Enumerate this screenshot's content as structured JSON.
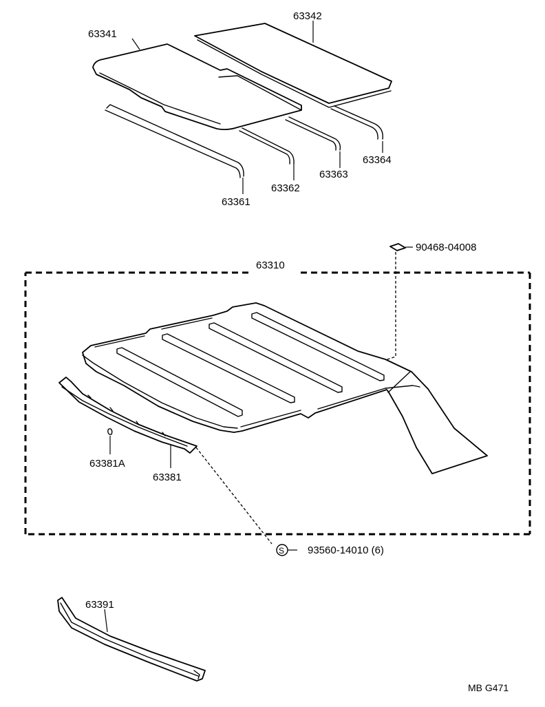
{
  "diagram": {
    "parts": [
      {
        "id": "p63342",
        "label": "63342"
      },
      {
        "id": "p63341",
        "label": "63341"
      },
      {
        "id": "p63364",
        "label": "63364"
      },
      {
        "id": "p63363",
        "label": "63363"
      },
      {
        "id": "p63362",
        "label": "63362"
      },
      {
        "id": "p63361",
        "label": "63361"
      },
      {
        "id": "p90468",
        "label": "90468-04008"
      },
      {
        "id": "p63310",
        "label": "63310"
      },
      {
        "id": "p63381A",
        "label": "63381A"
      },
      {
        "id": "p63381",
        "label": "63381"
      },
      {
        "id": "p93560",
        "label": "93560-14010 (6)",
        "marker": "S"
      },
      {
        "id": "p63391",
        "label": "63391"
      }
    ],
    "figure_code": "MB G471"
  }
}
